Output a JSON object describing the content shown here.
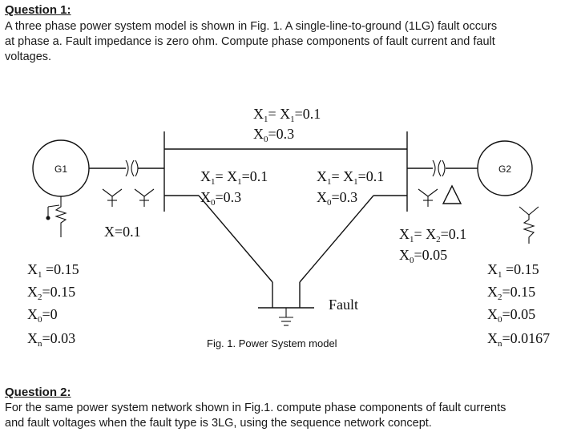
{
  "question1": {
    "heading": "Question 1:",
    "lines": [
      "A three phase power system model is shown in Fig. 1. A single-line-to-ground (1LG) fault occurs",
      "at phase a. Fault impedance is zero ohm. Compute phase components of fault current and fault",
      "voltages."
    ]
  },
  "question2": {
    "heading": "Question 2:",
    "lines": [
      "For the same power system network shown in Fig.1. compute phase components of fault currents",
      "and fault voltages when the fault type is 3LG, using the sequence network concept."
    ]
  },
  "diagram": {
    "caption": "Fig. 1. Power System model",
    "fault_label": "Fault",
    "gen1": {
      "name": "G1",
      "ground_reactance": {
        "sym": "X",
        "eq": "=0.1"
      },
      "params": [
        {
          "sym": "X",
          "sub": "1",
          "val": " =0.15"
        },
        {
          "sym": "X",
          "sub": "2",
          "val": "=0.15"
        },
        {
          "sym": "X",
          "sub": "0",
          "val": "=0"
        },
        {
          "sym": "X",
          "sub": "n",
          "val": "=0.03"
        }
      ]
    },
    "gen2": {
      "name": "G2",
      "params": [
        {
          "sym": "X",
          "sub": "1",
          "val": " =0.15"
        },
        {
          "sym": "X",
          "sub": "2",
          "val": "=0.15"
        },
        {
          "sym": "X",
          "sub": "0",
          "val": "=0.05"
        },
        {
          "sym": "X",
          "sub": "n",
          "val": "=0.0167"
        }
      ]
    },
    "top_line": {
      "pos": {
        "a": "X",
        "sa": "1",
        "b": "= X",
        "sb": "1",
        "c": "=0.1"
      },
      "zero": {
        "a": "X",
        "sa": "0",
        "c": "=0.3"
      }
    },
    "left_line": {
      "pos": {
        "a": "X",
        "sa": "1",
        "b": "= X",
        "sb": "1",
        "c": "=0.1"
      },
      "zero": {
        "a": "X",
        "sa": "0",
        "c": "=0.3"
      }
    },
    "right_line": {
      "pos": {
        "a": "X",
        "sa": "1",
        "b": "= X",
        "sb": "1",
        "c": "=0.1"
      },
      "zero": {
        "a": "X",
        "sa": "0",
        "c": "=0.3"
      }
    },
    "transformer2": {
      "pos": {
        "a": "X",
        "sa": "1",
        "b": "= X",
        "sb": "2",
        "c": "=0.1"
      },
      "zero": {
        "a": "X",
        "sa": "0",
        "c": "=0.05"
      }
    }
  }
}
